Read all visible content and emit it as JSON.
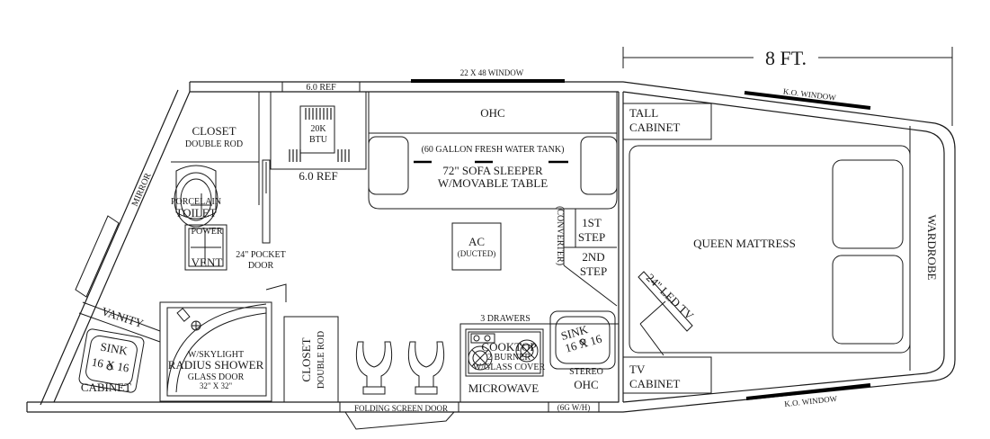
{
  "dimension": {
    "label": "8 FT."
  },
  "windows": {
    "top": "22 X 48 WINDOW",
    "ko_top": "K.O. WINDOW",
    "ko_bottom": "K.O. WINDOW"
  },
  "ref": {
    "top": "6.0 REF",
    "bottom": "6.0 REF"
  },
  "furnace": {
    "line1": "20K",
    "line2": "BTU"
  },
  "closet_front": {
    "title": "CLOSET",
    "sub": "DOUBLE ROD"
  },
  "mirror": "MIRROR",
  "toilet": {
    "line1": "PORCELAIN",
    "line2": "TOILET"
  },
  "power_vent": {
    "line1": "POWER",
    "line2": "VENT"
  },
  "pocket_door": {
    "line1": "24\" POCKET",
    "line2": "DOOR"
  },
  "vanity": "VANITY",
  "bath_sink": {
    "line1": "SINK",
    "line2": "16 X 16"
  },
  "cabinet": "CABINET",
  "shower": {
    "line1": "W/SKYLIGHT",
    "line2": "RADIUS SHOWER",
    "line3": "GLASS DOOR",
    "line4": "32\" X 32\""
  },
  "closet_rear": {
    "title": "CLOSET",
    "sub": "DOUBLE ROD"
  },
  "screen_door": "FOLDING SCREEN DOOR",
  "ohc_top": "OHC",
  "water_tank": "(60 GALLON FRESH WATER TANK)",
  "sofa": {
    "line1": "72\" SOFA SLEEPER",
    "line2": "W/MOVABLE TABLE"
  },
  "ac": {
    "line1": "AC",
    "line2": "(DUCTED)"
  },
  "converter": "(CONVERTER)",
  "steps": {
    "first": "1ST",
    "step": "STEP",
    "second": "2ND"
  },
  "drawers": "3 DRAWERS",
  "cooktop": {
    "line1": "COOKTOP",
    "line2": "2 BURNER",
    "line3": "W/GLASS COVER"
  },
  "microwave": "MICROWAVE",
  "kitchen_sink": {
    "line1": "SINK",
    "line2": "16 X 16"
  },
  "stereo": {
    "line1": "STEREO",
    "line2": "OHC"
  },
  "water_heater": "(6G W/H)",
  "tall_cabinet": {
    "line1": "TALL",
    "line2": "CABINET"
  },
  "tv_cabinet": {
    "line1": "TV",
    "line2": "CABINET"
  },
  "mattress": "QUEEN MATTRESS",
  "led_tv": "24\" LED TV",
  "wardrobe": "WARDROBE"
}
